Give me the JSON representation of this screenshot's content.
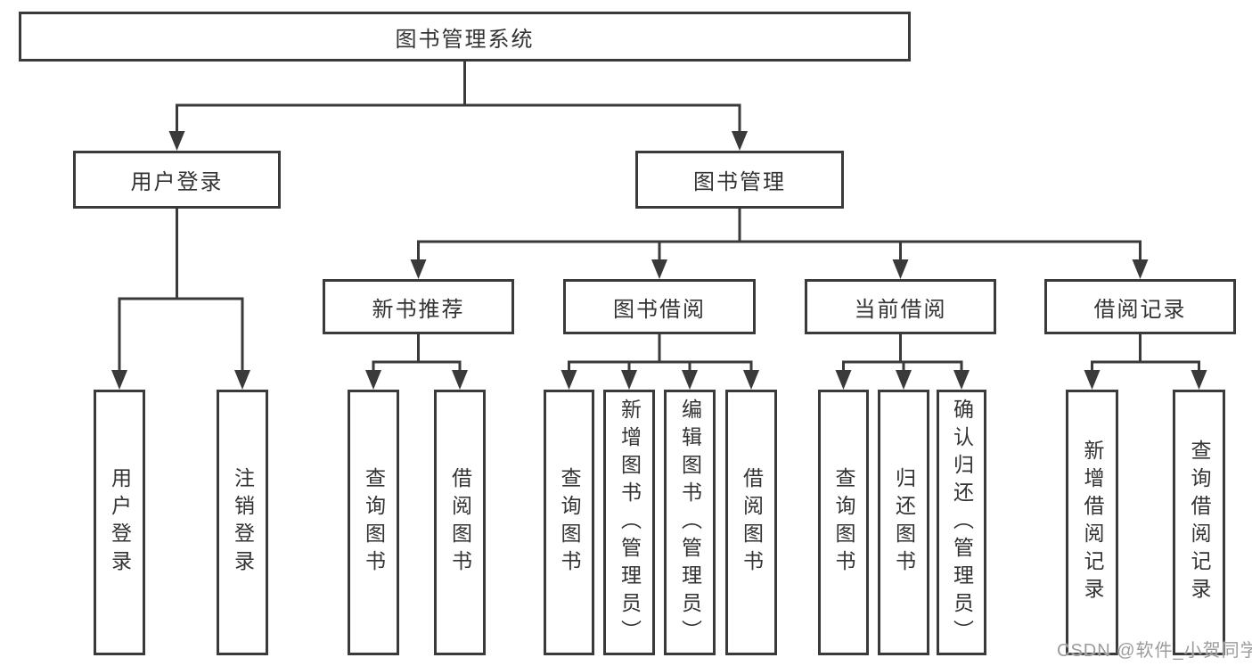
{
  "diagram": {
    "root_label": "图书管理系统",
    "branches": [
      {
        "label": "用户登录",
        "leaves": [
          "用户登录",
          "注销登录"
        ]
      },
      {
        "label": "图书管理",
        "groups": [
          {
            "label": "新书推荐",
            "leaves": [
              "查询图书",
              "借阅图书"
            ]
          },
          {
            "label": "图书借阅",
            "leaves": [
              "查询图书",
              "新增图书（管理员）",
              "编辑图书（管理员）",
              "借阅图书"
            ]
          },
          {
            "label": "当前借阅",
            "leaves": [
              "查询图书",
              "归还图书",
              "确认归还（管理员）"
            ]
          },
          {
            "label": "借阅记录",
            "leaves": [
              "新增借阅记录",
              "查询借阅记录"
            ]
          }
        ]
      }
    ]
  },
  "watermark": {
    "text": "CSDN @软件_小贺同学"
  },
  "colors": {
    "line": "#3a3a3a",
    "box_border": "#3a3a3a",
    "text": "#333333",
    "watermark": "#9c9c9c",
    "background": "#ffffff"
  }
}
